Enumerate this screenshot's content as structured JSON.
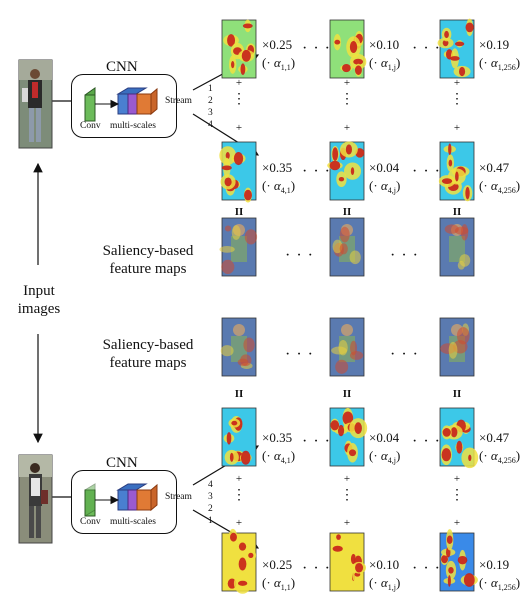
{
  "top": {
    "cnn_label": "CNN",
    "conv_label": "Conv",
    "multiscale_label": "multi-scales",
    "stream_label": "Stream",
    "stream_numbers": [
      "1",
      "2",
      "3",
      "4"
    ],
    "row1": [
      {
        "mult": "×0.25",
        "alpha": "α",
        "sub": "1,1"
      },
      {
        "mult": "×0.10",
        "alpha": "α",
        "sub": "1,j"
      },
      {
        "mult": "×0.19",
        "alpha": "α",
        "sub": "1,256"
      }
    ],
    "row4": [
      {
        "mult": "×0.35",
        "alpha": "α",
        "sub": "4,1"
      },
      {
        "mult": "×0.04",
        "alpha": "α",
        "sub": "4,j"
      },
      {
        "mult": "×0.47",
        "alpha": "α",
        "sub": "4,256"
      }
    ]
  },
  "bottom": {
    "cnn_label": "CNN",
    "conv_label": "Conv",
    "multiscale_label": "multi-scales",
    "stream_label": "Stream",
    "stream_numbers": [
      "4",
      "3",
      "2",
      "1"
    ],
    "row4": [
      {
        "mult": "×0.35",
        "alpha": "α",
        "sub": "4,1"
      },
      {
        "mult": "×0.04",
        "alpha": "α",
        "sub": "4,j"
      },
      {
        "mult": "×0.47",
        "alpha": "α",
        "sub": "4,256"
      }
    ],
    "row1": [
      {
        "mult": "×0.25",
        "alpha": "α",
        "sub": "1,1"
      },
      {
        "mult": "×0.10",
        "alpha": "α",
        "sub": "1,j"
      },
      {
        "mult": "×0.19",
        "alpha": "α",
        "sub": "1,256"
      }
    ]
  },
  "labels": {
    "saliency_top": "Saliency-based\nfeature maps",
    "saliency_bottom": "Saliency-based\nfeature maps",
    "input_images": "Input\nimages",
    "plus": "+",
    "equals": "II",
    "vdots": "⋮",
    "hdots": "· · ·",
    "paren_open": "(·",
    "paren_close": ")"
  },
  "colors": {
    "conv": "#5aa84a",
    "scale1": "#4a7fd0",
    "scale2": "#9a5ad0",
    "scale3": "#e07a35",
    "heat_bg_green": "#8fe07a",
    "heat_bg_cyan": "#3cc8e8",
    "heat_red": "#c8201a",
    "heat_yellow": "#f0e040"
  }
}
